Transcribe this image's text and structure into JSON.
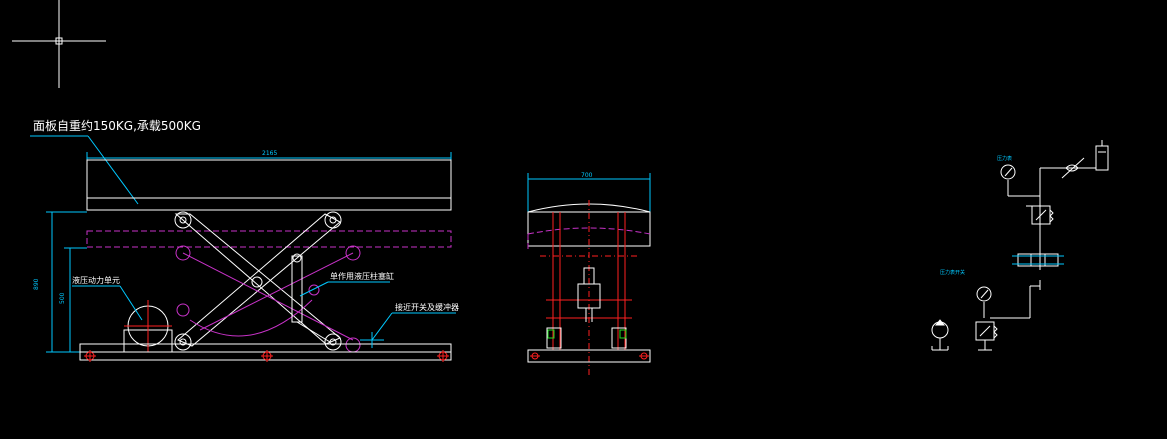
{
  "side_view": {
    "title": "面板自重约150KG,承载500KG",
    "dim_length": "2165",
    "dim_height_total": "890",
    "dim_height_inner": "500",
    "label_power_unit": "液压动力单元",
    "label_cylinder": "单作用液压柱塞缸",
    "label_switch": "接近开关及缓冲器"
  },
  "end_view": {
    "dim_width": "700"
  },
  "hydraulic": {
    "label_gauge_top": "压力表",
    "label_gauge_mid": "压力表开关"
  },
  "colors": {
    "background": "#000000",
    "line_white": "#ffffff",
    "line_cyan": "#00c8ff",
    "line_magenta": "#c832c8",
    "line_red": "#ff2020",
    "line_green": "#20e020"
  }
}
